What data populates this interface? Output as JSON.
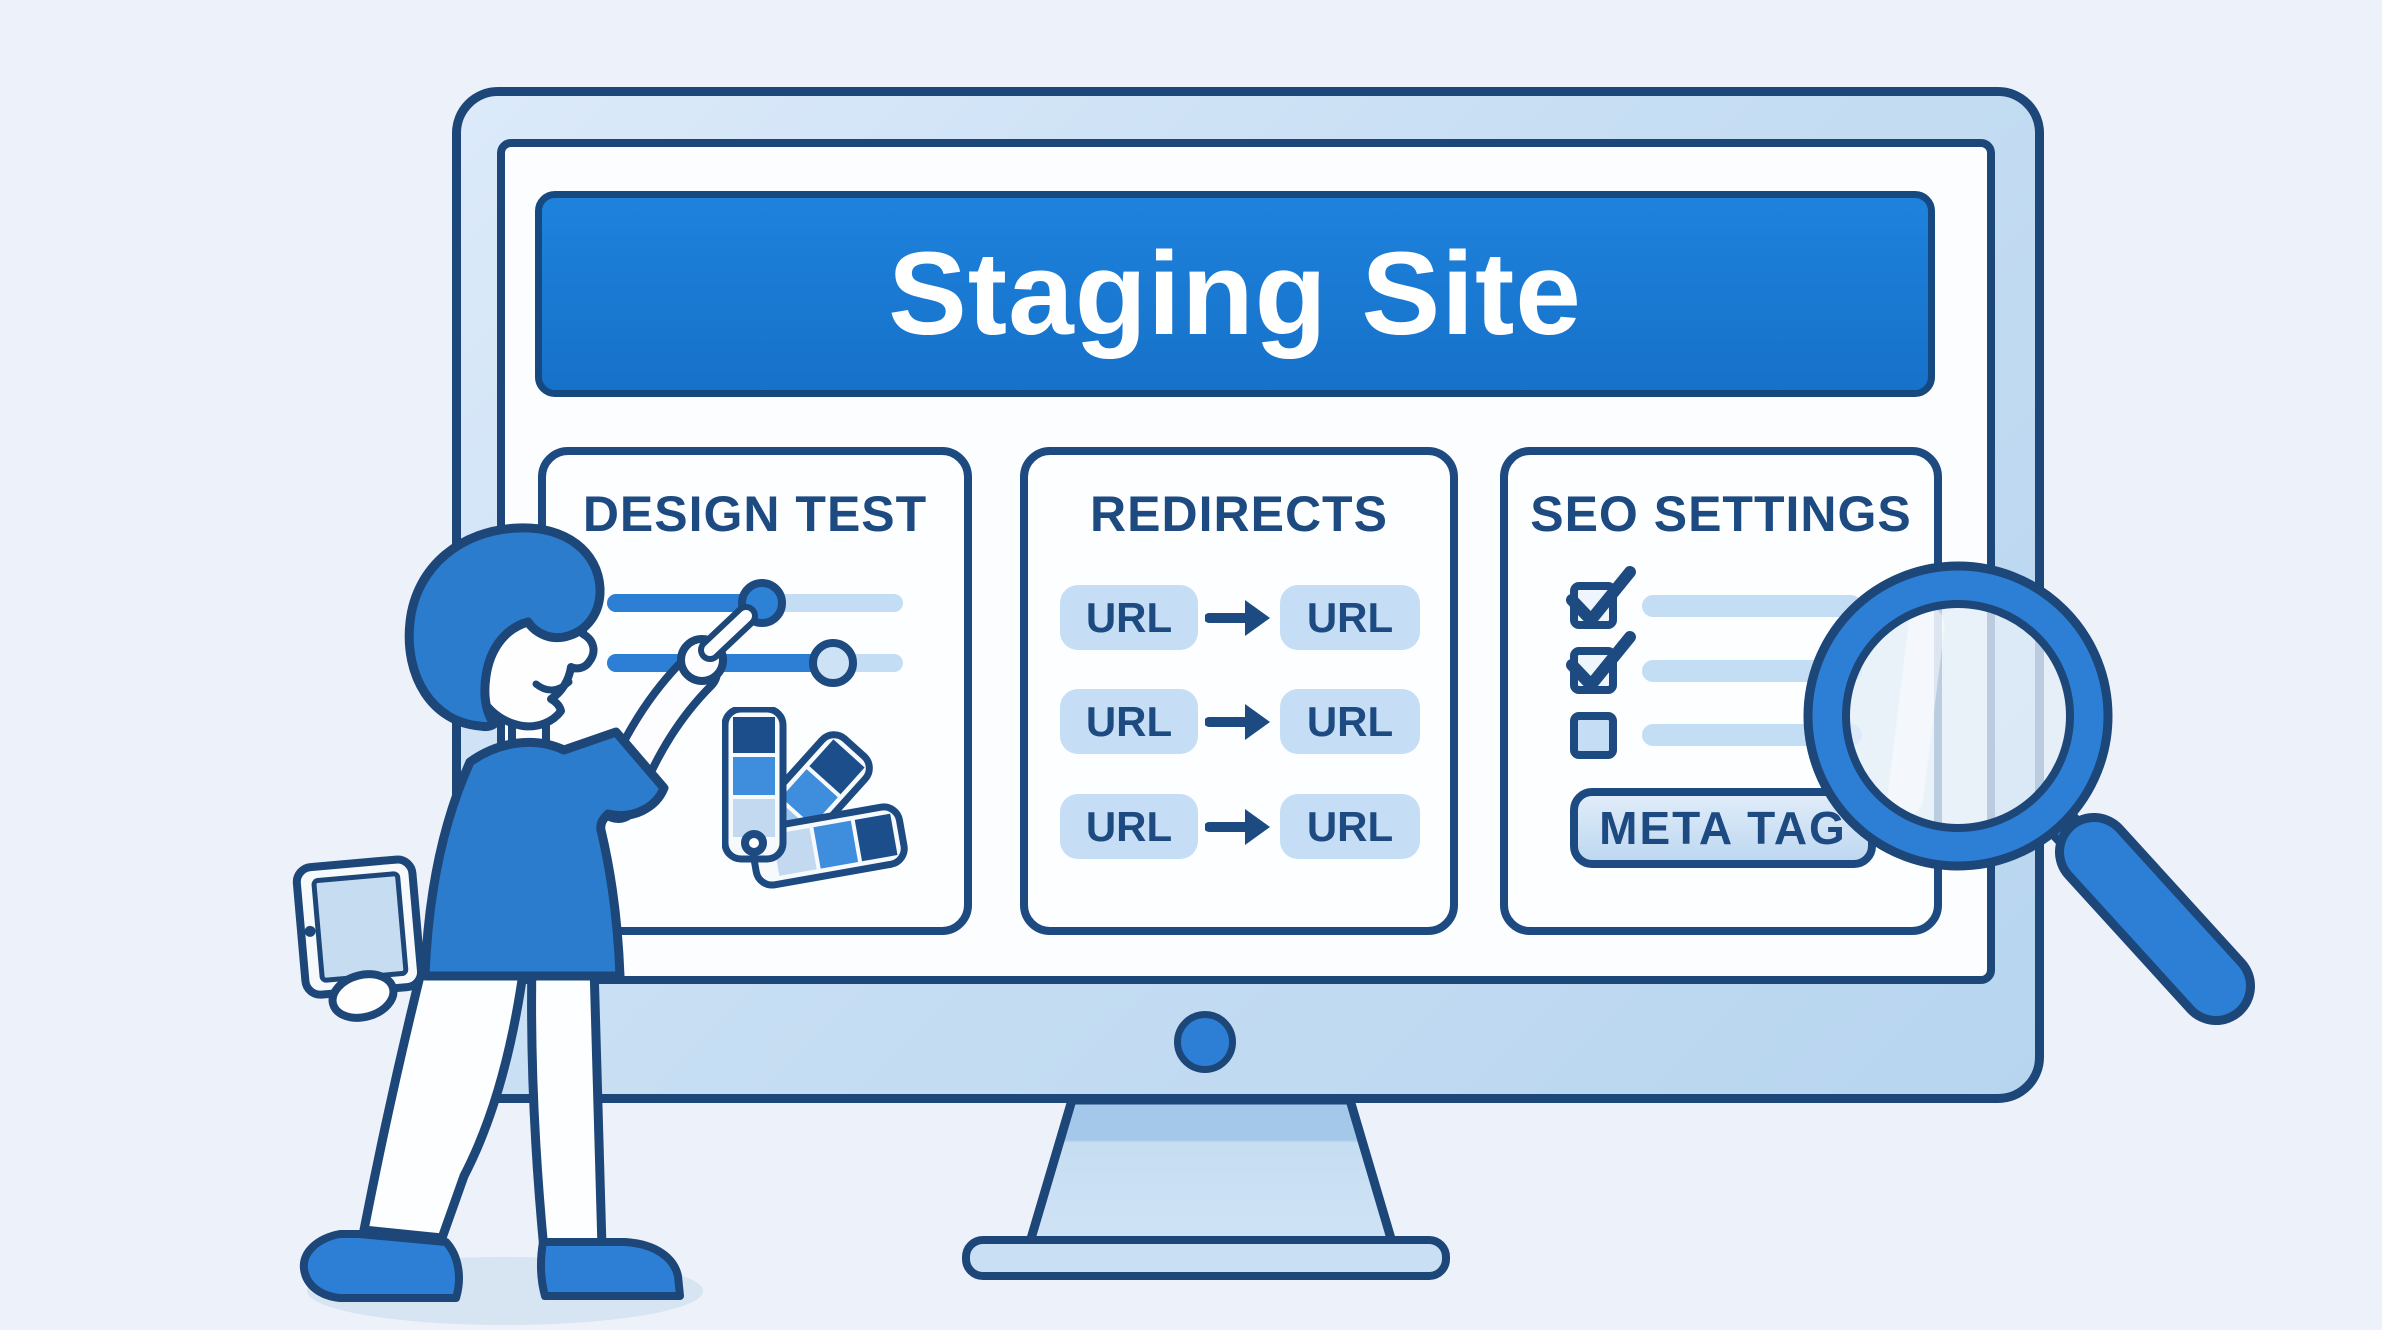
{
  "banner": {
    "title": "Staging Site"
  },
  "panels": {
    "design_test": {
      "title": "DESIGN TEST",
      "sliders": [
        {
          "value_pct": 52,
          "knob": "filled"
        },
        {
          "value_pct": 77,
          "knob": "light"
        }
      ],
      "swatch_colors": [
        "#1d4e8c",
        "#3f8ede",
        "#c3d9f0"
      ]
    },
    "redirects": {
      "title": "REDIRECTS",
      "rows": [
        {
          "from": "URL",
          "to": "URL"
        },
        {
          "from": "URL",
          "to": "URL"
        },
        {
          "from": "URL",
          "to": "URL"
        }
      ]
    },
    "seo_settings": {
      "title": "SEO SETTINGS",
      "checklist": [
        {
          "checked": true
        },
        {
          "checked": true
        },
        {
          "checked": false
        }
      ],
      "button_label": "META TAG"
    }
  },
  "colors": {
    "background": "#edf1f9",
    "accent_blue": "#2c7fd4",
    "navy_outline": "#1d4a80",
    "banner_blue": "#1b79d4",
    "light_fill": "#c5def5",
    "bezel": "#c6ddf2"
  }
}
